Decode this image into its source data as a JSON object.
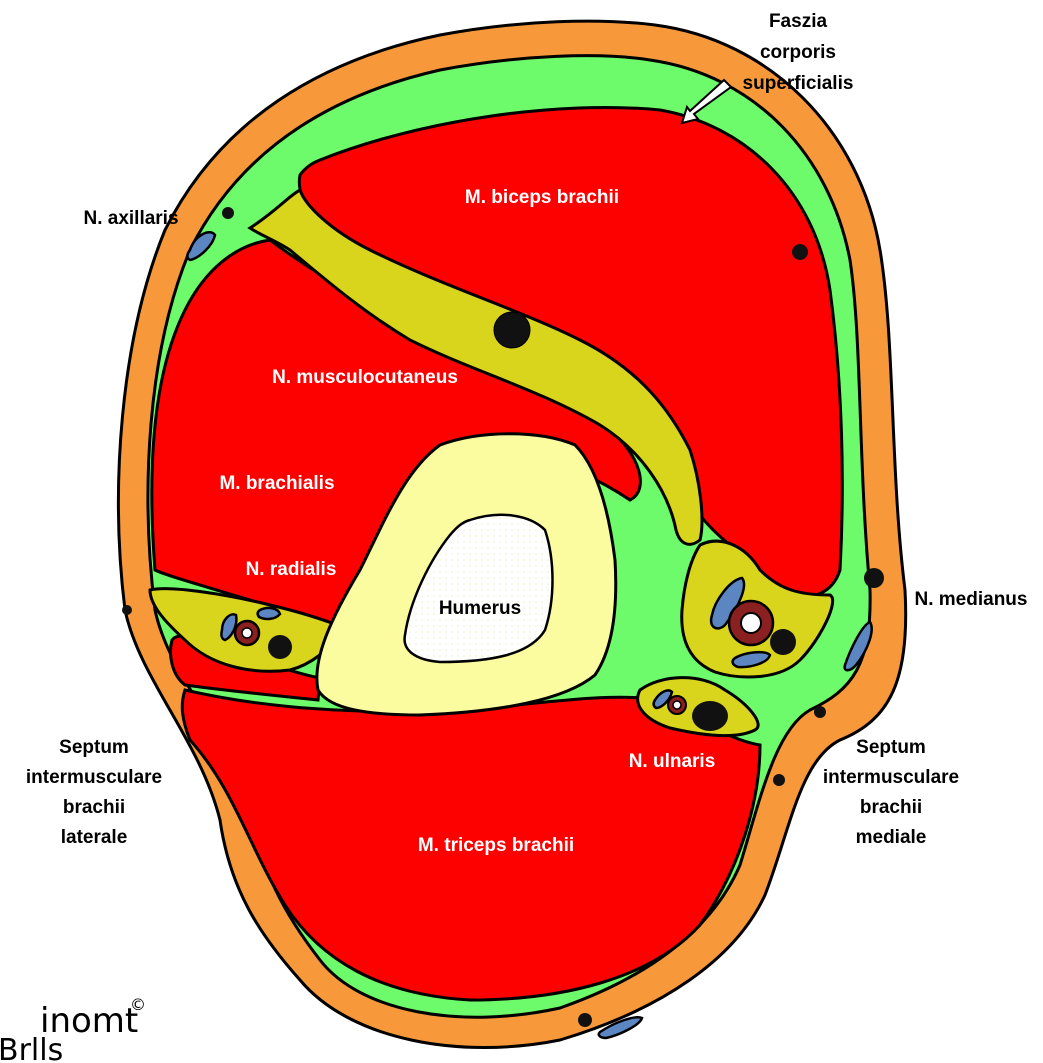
{
  "diagram": {
    "labels": {
      "biceps": "M. biceps brachii",
      "musculocutaneus": "N. musculocutaneus",
      "brachialis": "M. brachialis",
      "radialis": "N. radialis",
      "humerus": "Humerus",
      "ulnaris": "N. ulnaris",
      "triceps": "M. triceps brachii",
      "axillaris": "N. axillaris",
      "medianus": "N. medianus",
      "fascia": [
        "Faszia",
        "corporis",
        "superficialis"
      ],
      "septum_lateral": [
        "Septum",
        "intermusculare",
        "brachii",
        "laterale"
      ],
      "septum_medial": [
        "Septum",
        "intermusculare",
        "brachii",
        "mediale"
      ]
    },
    "logo": {
      "line1": "inomt",
      "line2": "Brlls",
      "copyright": "©"
    }
  },
  "colors": {
    "skin": "#f7993a",
    "fascia": "#6dfa6b",
    "muscle": "#fd0000",
    "neurovascular": "#d9d41c",
    "bone_cortex": "#fbfba0",
    "bone_marrow": "#ffffff",
    "vein": "#5b86c2",
    "artery": "#8a2020",
    "nerve": "#111111"
  }
}
